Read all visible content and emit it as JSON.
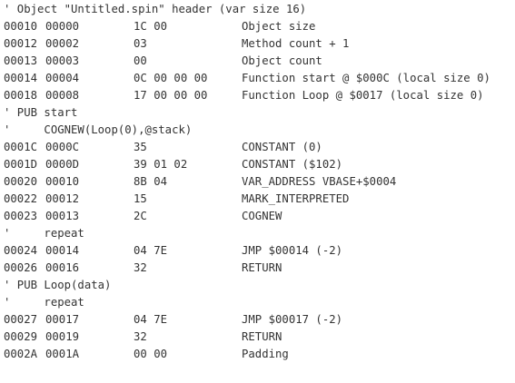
{
  "listing": [
    {
      "kind": "comment",
      "text": "' Object \"Untitled.spin\" header (var size 16)"
    },
    {
      "kind": "row",
      "addr": "00010",
      "offset": "00000",
      "hex": "1C 00",
      "desc": "Object size"
    },
    {
      "kind": "row",
      "addr": "00012",
      "offset": "00002",
      "hex": "03",
      "desc": "Method count + 1"
    },
    {
      "kind": "row",
      "addr": "00013",
      "offset": "00003",
      "hex": "00",
      "desc": "Object count"
    },
    {
      "kind": "row",
      "addr": "00014",
      "offset": "00004",
      "hex": "0C 00 00 00",
      "desc": "Function start @ $000C (local size 0)"
    },
    {
      "kind": "row",
      "addr": "00018",
      "offset": "00008",
      "hex": "17 00 00 00",
      "desc": "Function Loop @ $0017 (local size 0)"
    },
    {
      "kind": "comment",
      "text": "' PUB start"
    },
    {
      "kind": "comment",
      "text": "'     COGNEW(Loop(0),@stack)"
    },
    {
      "kind": "row",
      "addr": "0001C",
      "offset": "0000C",
      "hex": "35",
      "desc": "CONSTANT (0)"
    },
    {
      "kind": "row",
      "addr": "0001D",
      "offset": "0000D",
      "hex": "39 01 02",
      "desc": "CONSTANT ($102)"
    },
    {
      "kind": "row",
      "addr": "00020",
      "offset": "00010",
      "hex": "8B 04",
      "desc": "VAR_ADDRESS VBASE+$0004"
    },
    {
      "kind": "row",
      "addr": "00022",
      "offset": "00012",
      "hex": "15",
      "desc": "MARK_INTERPRETED"
    },
    {
      "kind": "row",
      "addr": "00023",
      "offset": "00013",
      "hex": "2C",
      "desc": "COGNEW"
    },
    {
      "kind": "comment",
      "text": "'     repeat"
    },
    {
      "kind": "row",
      "addr": "00024",
      "offset": "00014",
      "hex": "04 7E",
      "desc": "JMP $00014 (-2)"
    },
    {
      "kind": "row",
      "addr": "00026",
      "offset": "00016",
      "hex": "32",
      "desc": "RETURN"
    },
    {
      "kind": "comment",
      "text": "' PUB Loop(data)"
    },
    {
      "kind": "comment",
      "text": "'     repeat"
    },
    {
      "kind": "row",
      "addr": "00027",
      "offset": "00017",
      "hex": "04 7E",
      "desc": "JMP $00017 (-2)"
    },
    {
      "kind": "row",
      "addr": "00029",
      "offset": "00019",
      "hex": "32",
      "desc": "RETURN"
    },
    {
      "kind": "row",
      "addr": "0002A",
      "offset": "0001A",
      "hex": "00 00",
      "desc": "Padding"
    }
  ]
}
